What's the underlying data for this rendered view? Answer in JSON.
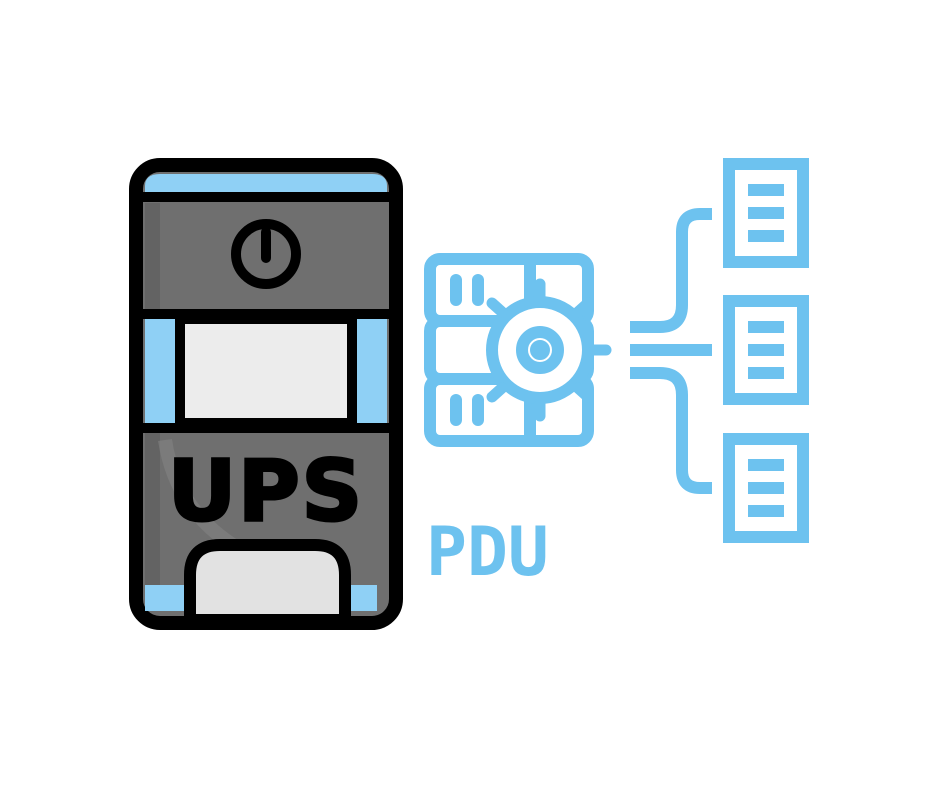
{
  "ups": {
    "label": "UPS",
    "icon": "power-button-icon",
    "colors": {
      "body": "#6f6f6f",
      "outline": "#000000",
      "accent": "#8fd0f5",
      "panel": "#ececec"
    }
  },
  "pdu": {
    "label": "PDU",
    "icon": "server-gear-icon",
    "color": "#6dc2ef"
  },
  "outputs": {
    "icon": "document-icon",
    "count_shown": 3
  }
}
